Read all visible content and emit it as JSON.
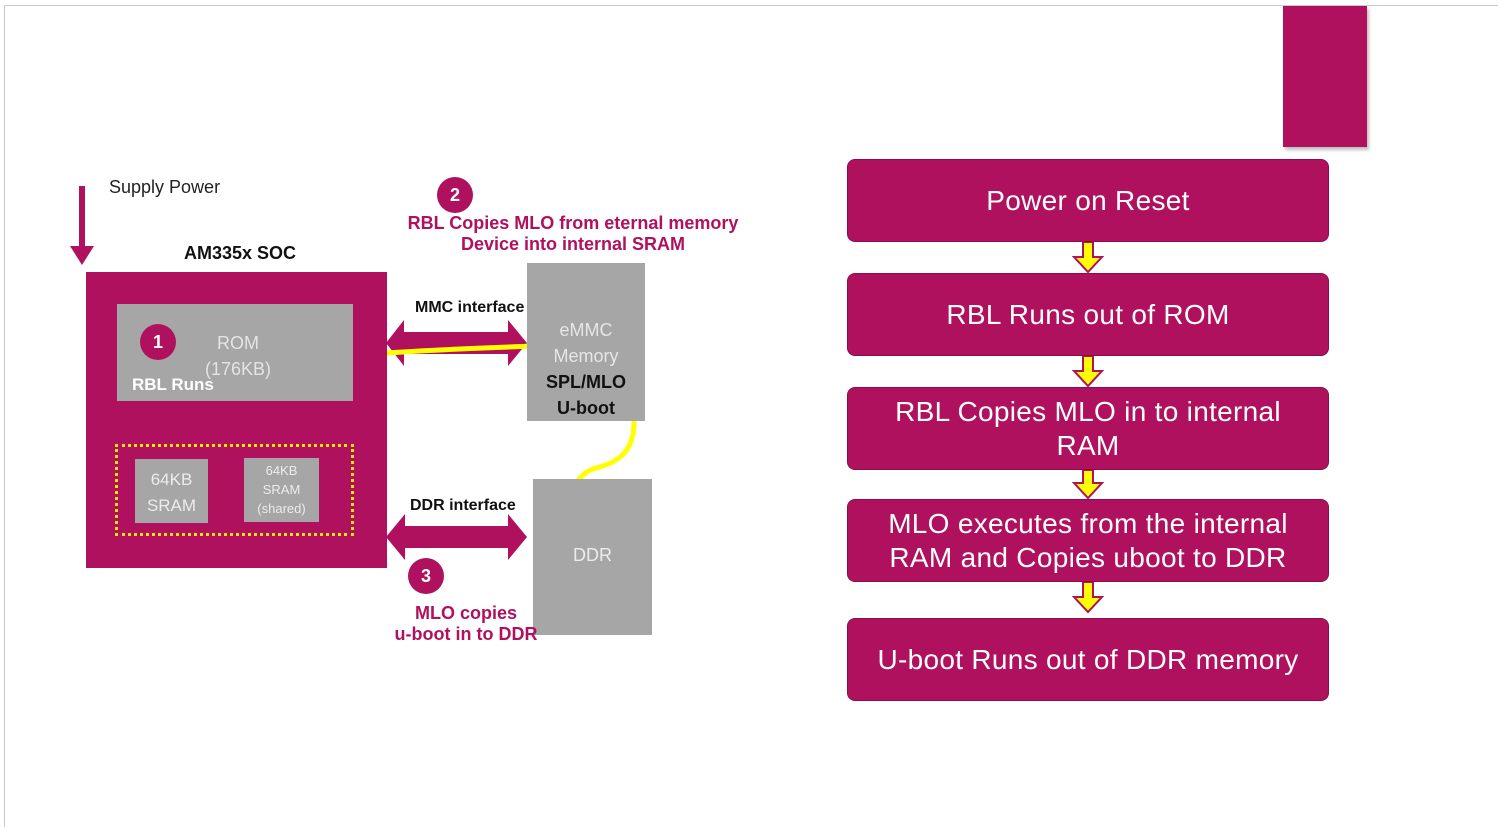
{
  "diagram": {
    "supply_power": "Supply Power",
    "soc_title": "AM335x SOC",
    "rom": {
      "line1": "ROM",
      "line2": "(176KB)"
    },
    "rbl_runs": "RBL Runs",
    "sram1": {
      "line1": "64KB",
      "line2": "SRAM"
    },
    "sram2": {
      "line1": "64KB",
      "line2": "SRAM",
      "line3": "(shared)"
    },
    "emmc": {
      "line1": "eMMC",
      "line2": "Memory",
      "line3": "SPL/MLO",
      "line4": "U-boot"
    },
    "ddr": "DDR",
    "mmc_interface": "MMC interface",
    "ddr_interface": "DDR interface",
    "step1": "1",
    "step2": "2",
    "step3": "3",
    "step2_text": {
      "line1": "RBL Copies MLO  from eternal memory",
      "line2": "Device into internal SRAM"
    },
    "step3_text": {
      "line1": "MLO copies",
      "line2": "u-boot in to DDR"
    }
  },
  "flow": {
    "steps": [
      "Power on Reset",
      "RBL Runs out of ROM",
      "RBL Copies MLO in to internal RAM",
      "MLO executes from the internal RAM and Copies uboot to DDR",
      "U-boot Runs out of DDR memory"
    ]
  },
  "colors": {
    "accent": "#b0115f",
    "gray_block": "#a6a6a6",
    "arrow_yellow": "#ffff00"
  }
}
